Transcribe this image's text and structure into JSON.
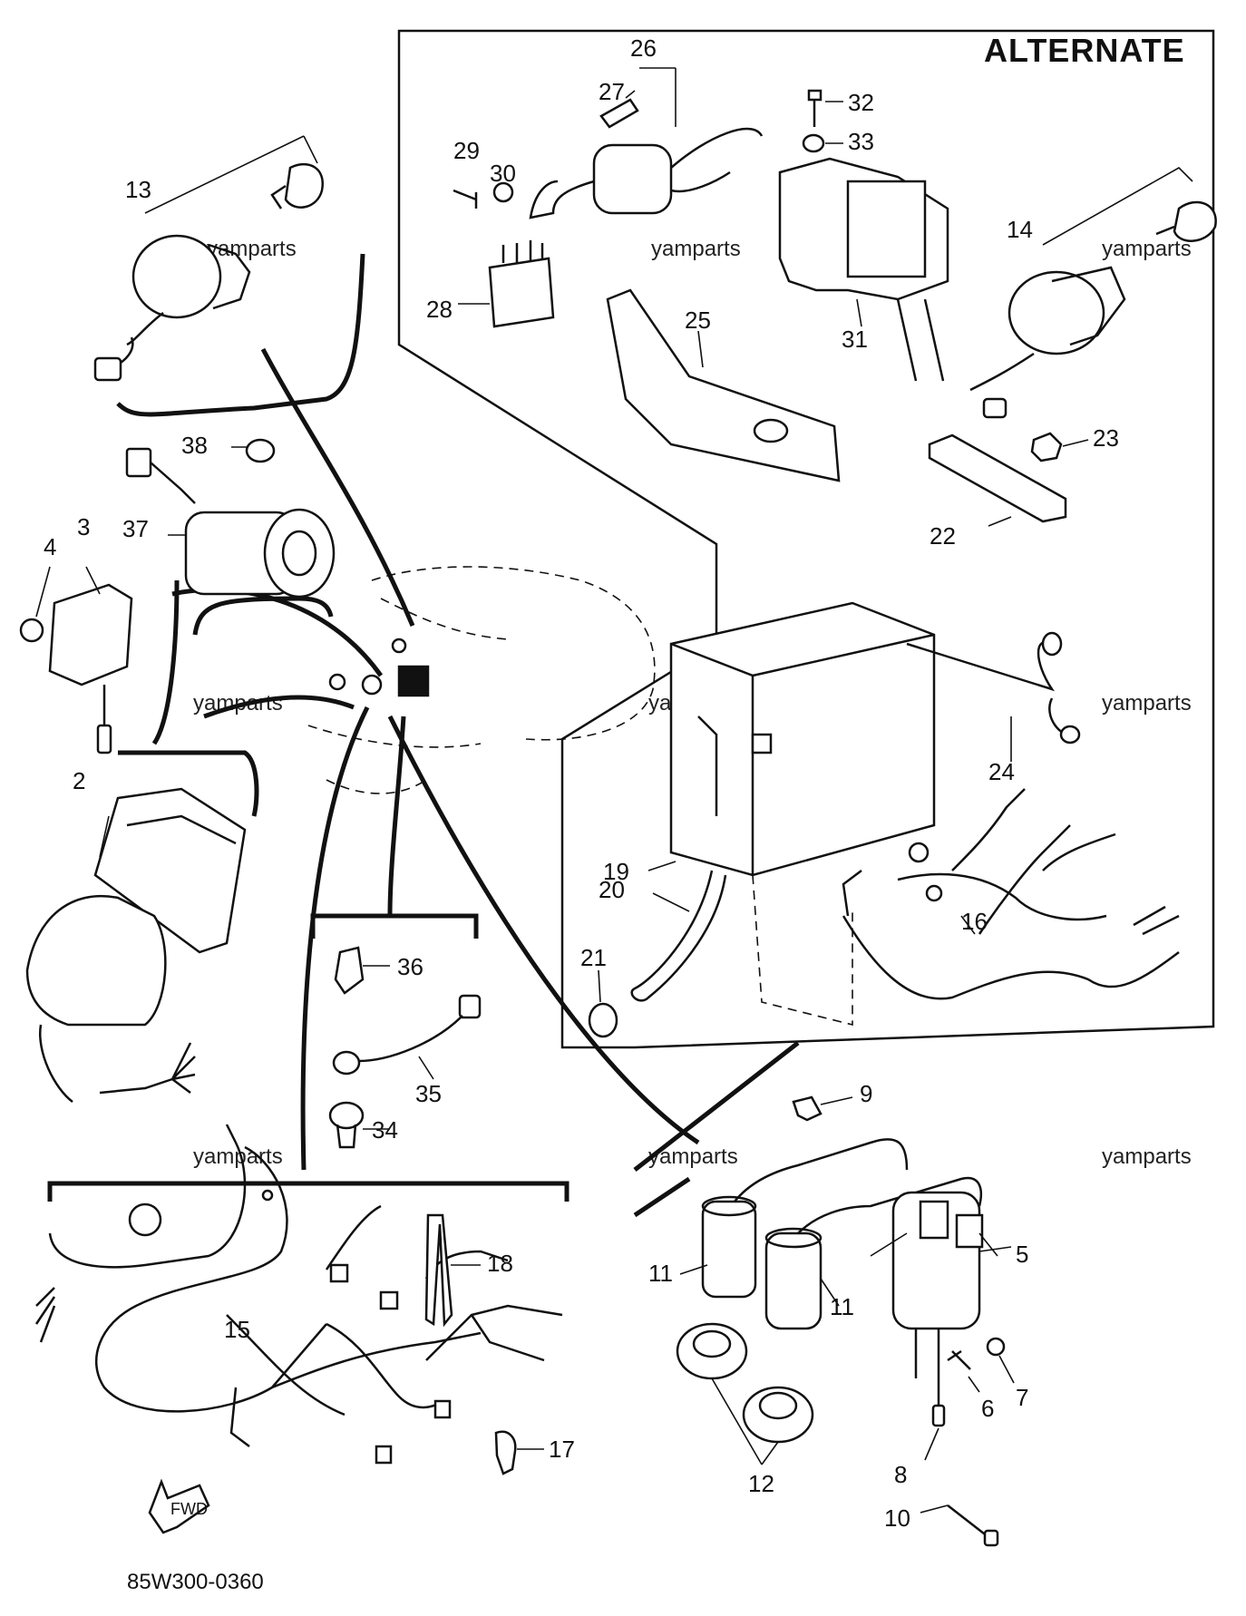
{
  "title": "ALTERNATE",
  "diagram_code": "85W300-0360",
  "fwd_label": "FWD",
  "watermark": "yamparts",
  "part_labels": [
    "2",
    "3",
    "4",
    "5",
    "6",
    "7",
    "8",
    "9",
    "10",
    "11",
    "11",
    "12",
    "13",
    "14",
    "15",
    "16",
    "17",
    "18",
    "19",
    "20",
    "21",
    "22",
    "23",
    "24",
    "25",
    "26",
    "27",
    "28",
    "29",
    "30",
    "31",
    "32",
    "33",
    "34",
    "35",
    "36",
    "37",
    "38"
  ]
}
